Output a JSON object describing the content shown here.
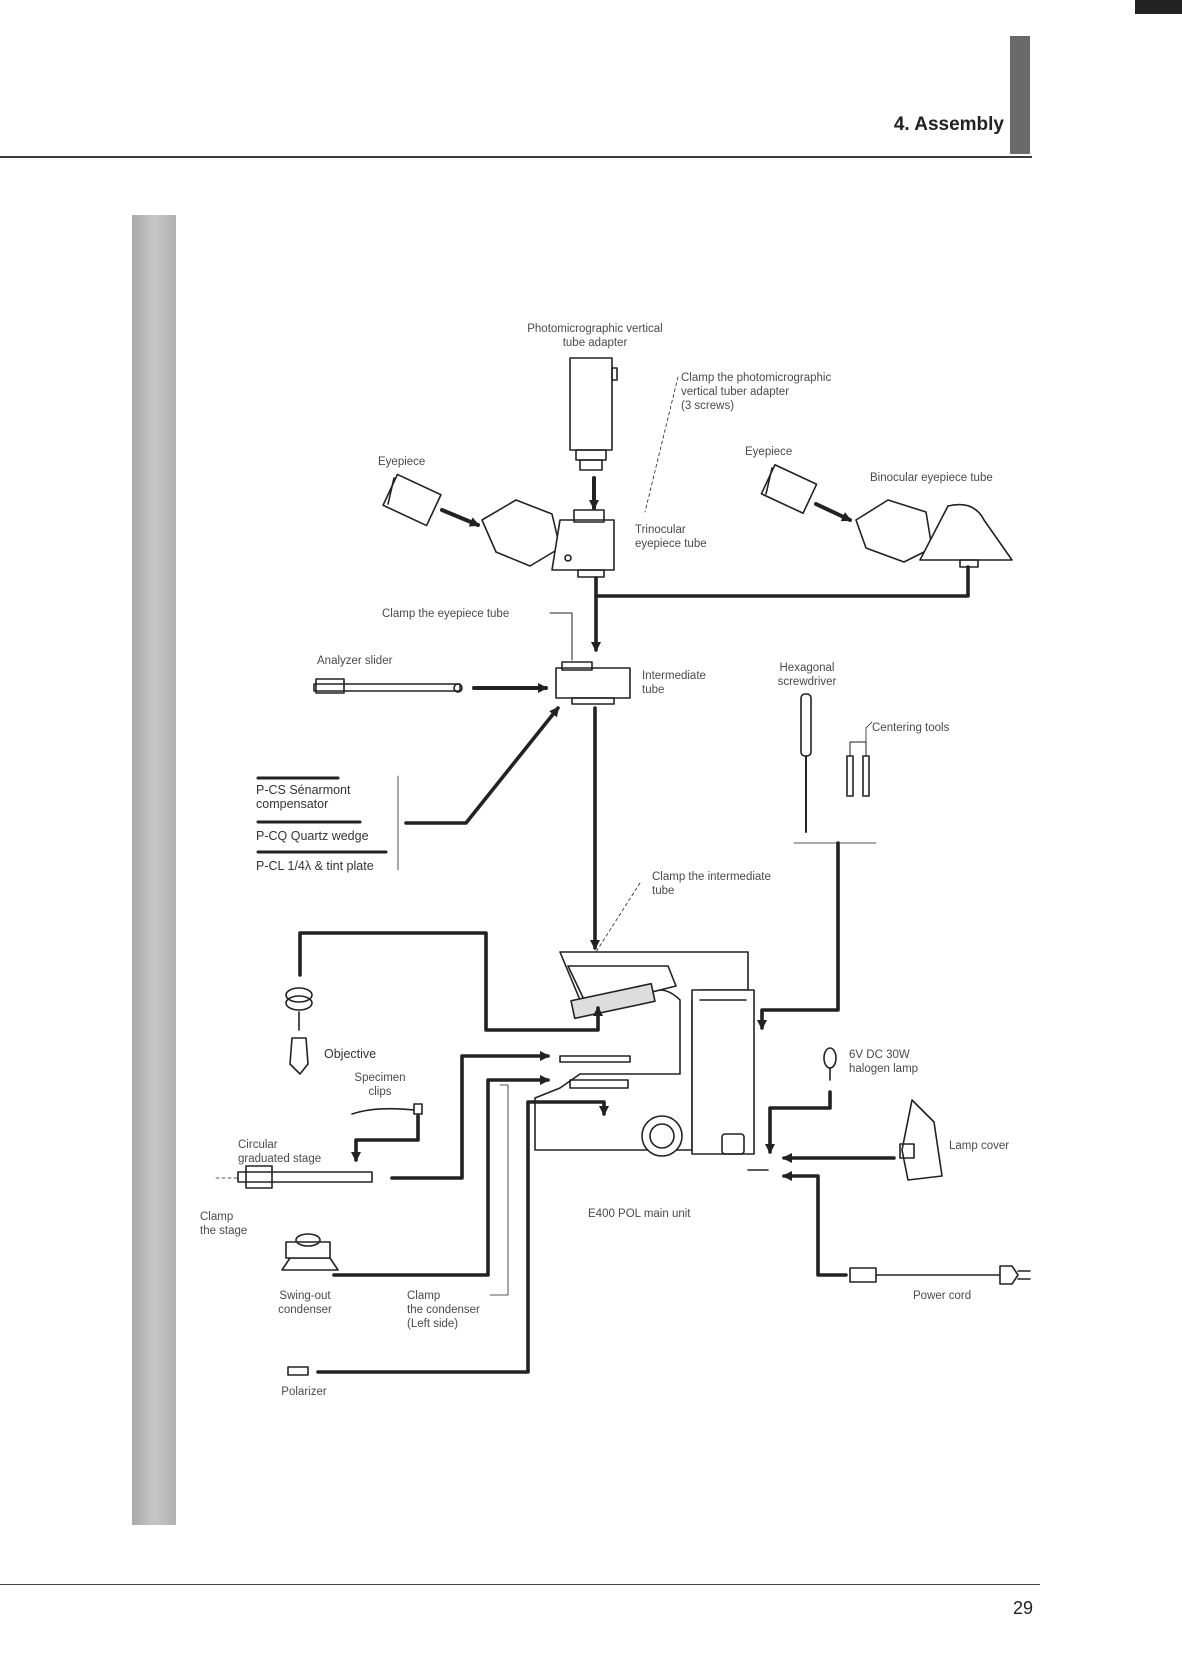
{
  "header": {
    "section_title": "4. Assembly"
  },
  "footer": {
    "page_number": "29"
  },
  "diagram": {
    "labels": {
      "photo_adapter": "Photomicrographic vertical\ntube adapter",
      "clamp_photo": "Clamp the photomicrographic\nvertical tuber adapter\n(3 screws)",
      "eyepiece_left": "Eyepiece",
      "eyepiece_right": "Eyepiece",
      "binocular": "Binocular eyepiece tube",
      "trinocular": "Trinocular\neyepiece tube",
      "clamp_eyepiece": "Clamp the eyepiece tube",
      "analyzer": "Analyzer slider",
      "intermediate": "Intermediate\ntube",
      "hex_driver": "Hexagonal\nscrewdriver",
      "centering": "Centering tools",
      "senarmont": "P-CS Sénarmont\ncompensator",
      "quartz": "P-CQ Quartz wedge",
      "tint": "P-CL 1/4λ & tint plate",
      "clamp_intermediate": "Clamp the intermediate\ntube",
      "objective": "Objective",
      "specimen_clips": "Specimen\nclips",
      "lamp": "6V DC 30W\nhalogen lamp",
      "stage": "Circular\ngraduated stage",
      "lamp_cover": "Lamp cover",
      "clamp_stage": "Clamp\nthe stage",
      "main_unit": "E400 POL main unit",
      "condenser": "Swing-out\ncondenser",
      "clamp_condenser": "Clamp\nthe condenser\n(Left side)",
      "power_cord": "Power cord",
      "polarizer": "Polarizer"
    }
  }
}
